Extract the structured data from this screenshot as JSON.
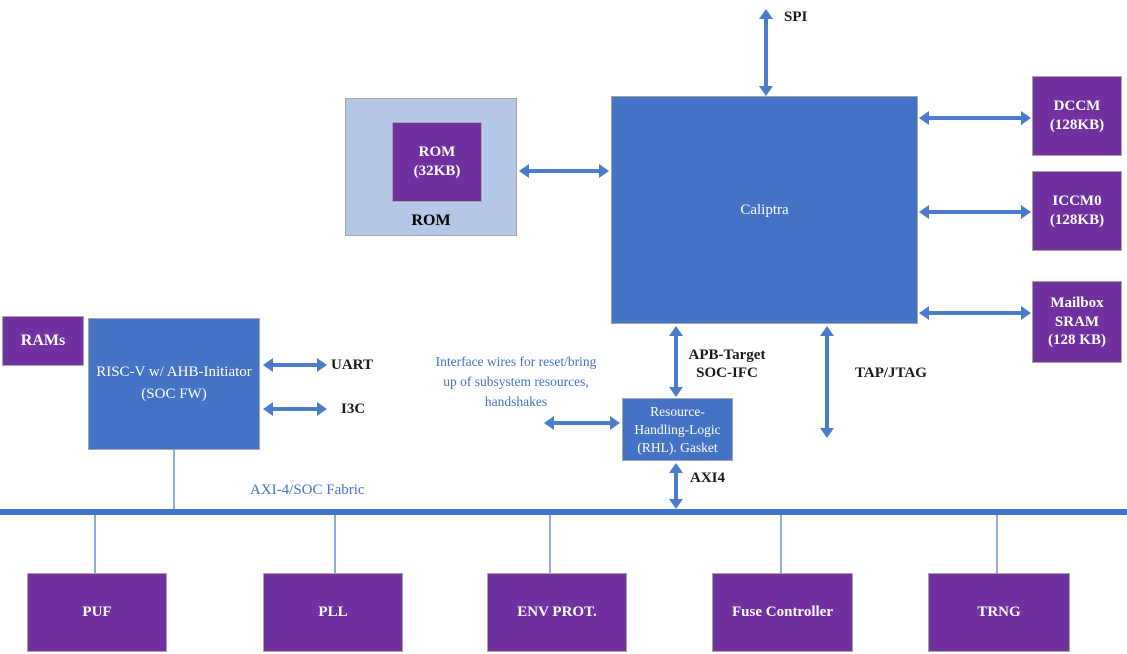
{
  "colors": {
    "blue": "#4472c4",
    "purple": "#7030a0",
    "romlight": "#b4c7e7",
    "arrow": "#4a7ccb",
    "line": "#8faadc",
    "bar": "#3e74c9",
    "textblue": "#4472c4"
  },
  "blocks": {
    "caliptra": "Caliptra",
    "rom_group": "ROM",
    "rom_inner": "ROM\n(32KB)",
    "dccm": "DCCM\n(128KB)",
    "iccm0": "ICCM0\n(128KB)",
    "mailbox_sram": "Mailbox\nSRAM\n(128 KB)",
    "rams": "RAMs",
    "riscv": "RISC-V w/ AHB-Initiator\n(SOC FW)",
    "rhl_gasket": "Resource-\nHandling-Logic\n(RHL). Gasket"
  },
  "labels": {
    "spi": "SPI",
    "uart": "UART",
    "i3c": "I3C",
    "apb": "APB-Target\nSOC-IFC",
    "tap_jtag": "TAP/JTAG",
    "axi4": "AXI4",
    "fabric": "AXI-4/SOC Fabric",
    "note": "Interface wires for reset/bring\nup of subsystem resources,\nhandshakes"
  },
  "bottom_row": [
    "PUF",
    "PLL",
    "ENV PROT.",
    "Fuse Controller",
    "TRNG"
  ]
}
